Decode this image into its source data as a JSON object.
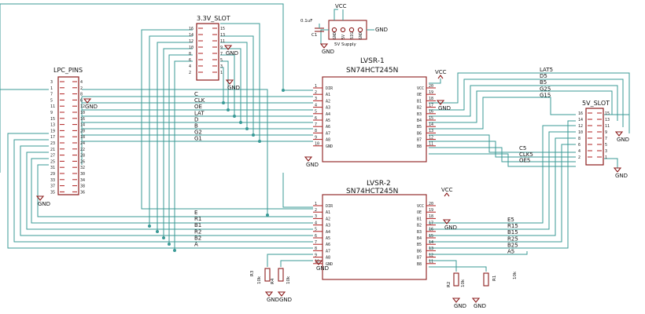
{
  "components": {
    "lvsr1": {
      "designator": "LVSR-1",
      "part": "SN74HCT245N",
      "left_pins": [
        "DIR",
        "A1",
        "A2",
        "A3",
        "A4",
        "A5",
        "A6",
        "A7",
        "A8",
        "GND"
      ],
      "left_nums": [
        "1",
        "2",
        "3",
        "4",
        "5",
        "6",
        "7",
        "8",
        "9",
        "10"
      ],
      "right_pins": [
        "VCC",
        "OE",
        "B1",
        "B2",
        "B3",
        "B4",
        "B5",
        "B6",
        "B7",
        "B8"
      ],
      "right_nums": [
        "20",
        "19",
        "18",
        "17",
        "16",
        "15",
        "14",
        "13",
        "12",
        "11"
      ]
    },
    "lvsr2": {
      "designator": "LVSR-2",
      "part": "SN74HCT245N",
      "left_pins": [
        "DIR",
        "A1",
        "A2",
        "A3",
        "A4",
        "A5",
        "A6",
        "A7",
        "A8",
        "GND"
      ],
      "left_nums": [
        "1",
        "2",
        "3",
        "4",
        "5",
        "6",
        "7",
        "8",
        "9",
        "10"
      ],
      "right_pins": [
        "VCC",
        "OE",
        "B1",
        "B2",
        "B3",
        "B4",
        "B5",
        "B6",
        "B7",
        "B8"
      ],
      "right_nums": [
        "20",
        "19",
        "18",
        "17",
        "16",
        "15",
        "14",
        "13",
        "12",
        "11"
      ]
    },
    "slot33": {
      "name": "3.3V_SLOT",
      "left_nums": [
        "16",
        "14",
        "12",
        "10",
        "8",
        "6",
        "4",
        "2"
      ],
      "right_nums": [
        "15",
        "13",
        "11",
        "9",
        "7",
        "5",
        "3",
        "1"
      ]
    },
    "slot5": {
      "name": "5V_SLOT",
      "left_nums": [
        "16",
        "14",
        "12",
        "10",
        "8",
        "6",
        "4",
        "2"
      ],
      "right_nums": [
        "15",
        "13",
        "11",
        "9",
        "7",
        "5",
        "3",
        "1"
      ]
    },
    "lpc": {
      "name": "LPC_PINS",
      "left_nums": [
        "3",
        "1",
        "7",
        "5",
        "11",
        "9",
        "15",
        "13",
        "19",
        "17",
        "23",
        "21",
        "27",
        "25",
        "31",
        "29",
        "33",
        "37",
        "35"
      ],
      "right_nums": [
        "4",
        "2",
        "8",
        "6",
        "12",
        "10",
        "16",
        "14",
        "20",
        "18",
        "24",
        "22",
        "28",
        "26",
        "32",
        "30",
        "34",
        "38",
        "36"
      ]
    },
    "supply": {
      "name": "5V Supply",
      "pin_labels": [
        "GND",
        "5V",
        "SIG",
        "GND"
      ]
    },
    "cap": {
      "designator": "C1",
      "value": "0.1uF"
    },
    "resistors": [
      {
        "designator": "R3",
        "value": "10k"
      },
      {
        "designator": "R4",
        "value": "10k"
      },
      {
        "designator": "R2",
        "value": "10k"
      },
      {
        "designator": "R1",
        "value": "10k"
      }
    ]
  },
  "net_labels": {
    "group1": [
      "C",
      "CLK",
      "OE",
      "LAT",
      "D",
      "B",
      "G2",
      "G1"
    ],
    "group2": [
      "E",
      "R1",
      "B1",
      "R2",
      "B2",
      "A"
    ],
    "out1_top": [
      "LAT5",
      "D5",
      "B5",
      "G25",
      "G15"
    ],
    "out1_low": [
      "C5",
      "CLK5",
      "OE5"
    ],
    "out2": [
      "E5",
      "R15",
      "B15",
      "R25",
      "B25",
      "A5"
    ]
  },
  "power": {
    "vcc": "VCC",
    "gnd": "GND"
  },
  "colors": {
    "wire": "#3a9a96",
    "part": "#8b1c1c",
    "text": "#111111"
  }
}
